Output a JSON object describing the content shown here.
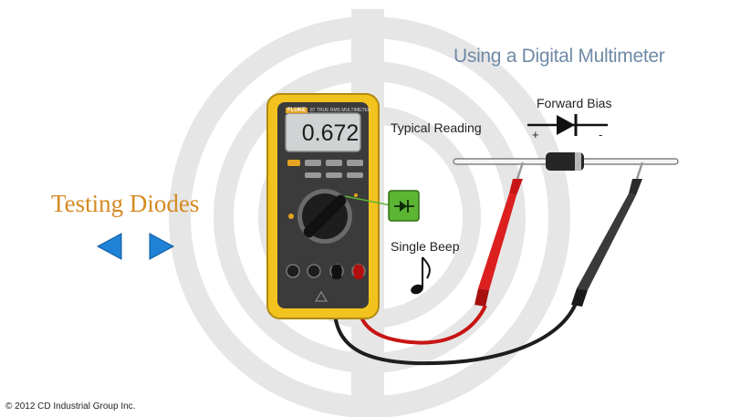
{
  "header": {
    "title": "Using a Digital Multimeter"
  },
  "lesson": {
    "topic": "Testing Diodes"
  },
  "nav": {
    "prev_icon": "triangle-left-icon",
    "next_icon": "triangle-right-icon",
    "color": "#1f82d6"
  },
  "meter": {
    "brand": "FLUKE",
    "model": "87 TRUE RMS MULTIMETER",
    "display_value": "0.672",
    "mode_icon": "diode-symbol-icon"
  },
  "annotations": {
    "typical_reading": "Typical Reading",
    "single_beep": "Single Beep",
    "beep_icon": "music-note-icon",
    "forward_bias": "Forward Bias",
    "plus": "+",
    "minus": "-"
  },
  "footer": {
    "copyright": "© 2012 CD Industrial Group Inc."
  },
  "colors": {
    "title": "#6f8aa6",
    "topic": "#d58a22",
    "meter_body": "#f2c21e",
    "probe_red": "#d11a1a",
    "probe_black": "#2b2b2b",
    "diode_mode_button": "#5db534"
  }
}
